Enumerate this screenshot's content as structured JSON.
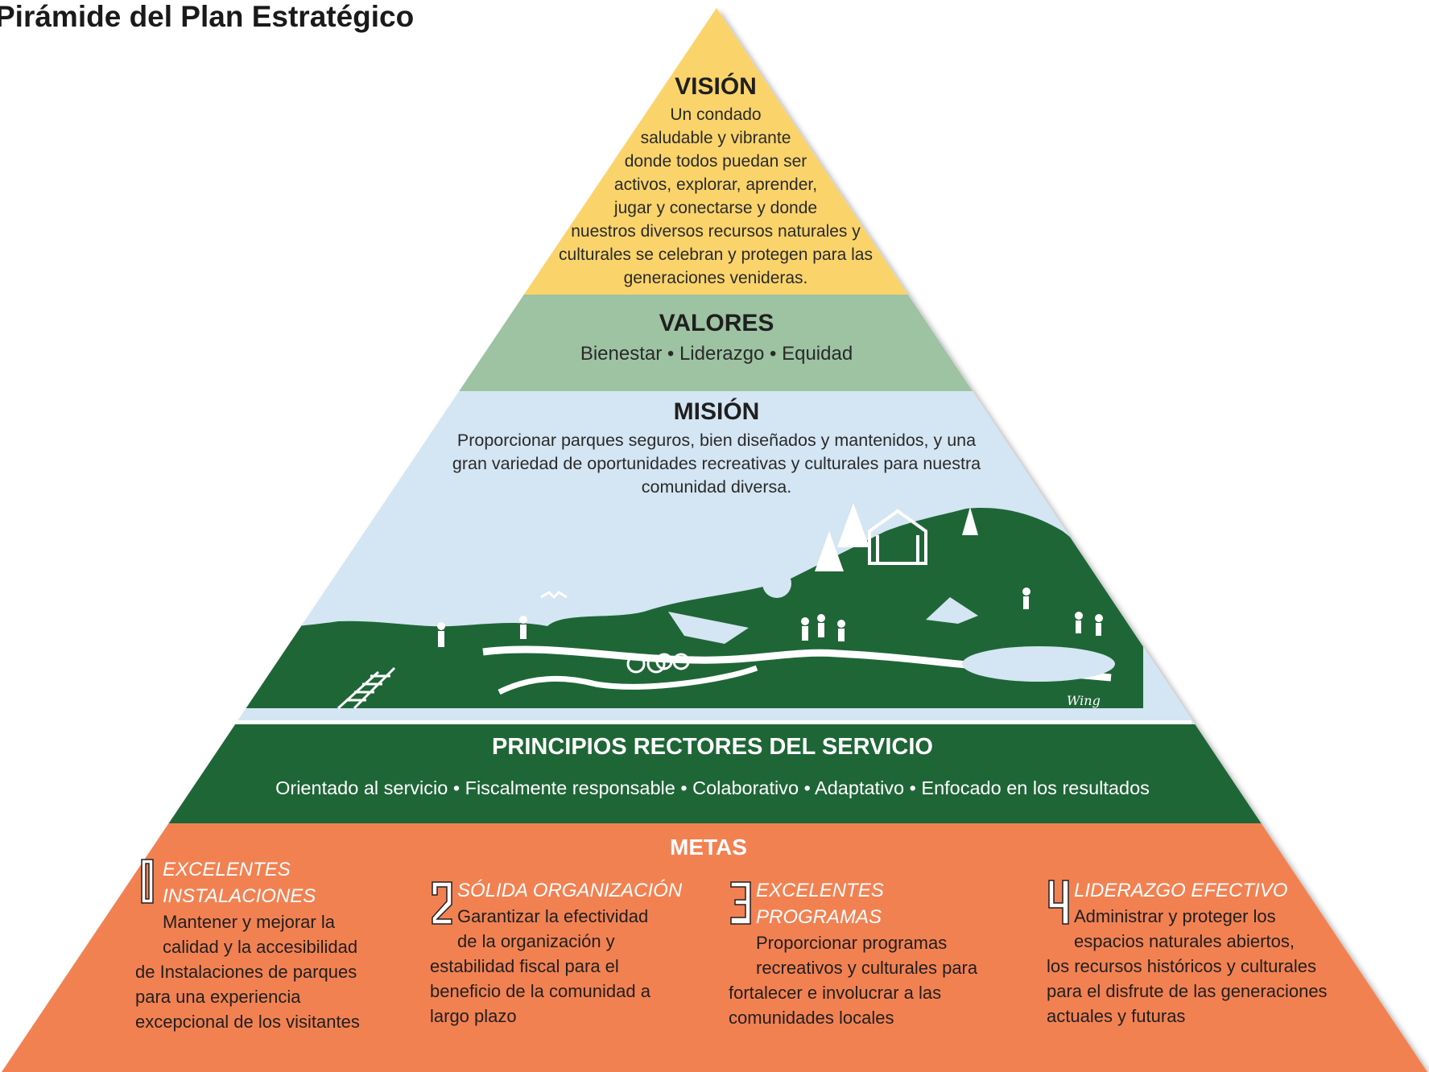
{
  "title": "Pirámide del Plan Estratégico",
  "colors": {
    "vision": "#fad46b",
    "values": "#9dc3a2",
    "mission": "#d4e5f3",
    "principles": "#1f6637",
    "goals": "#f28152",
    "landscape": "#1f6637"
  },
  "vision": {
    "heading": "VISIÓN",
    "lines": [
      "Un condado",
      "saludable y vibrante",
      "donde todos puedan ser",
      "activos, explorar, aprender,",
      "jugar y conectarse y donde",
      "nuestros diversos recursos naturales y",
      "culturales se celebran y protegen para las",
      "generaciones venideras."
    ]
  },
  "values": {
    "heading": "VALORES",
    "text": "Bienestar • Liderazgo • Equidad"
  },
  "mission": {
    "heading": "MISIÓN",
    "lines": [
      "Proporcionar parques seguros, bien diseñados y mantenidos, y una",
      "gran variedad de oportunidades recreativas y culturales para nuestra",
      "comunidad diversa."
    ],
    "signature": "Wing"
  },
  "principles": {
    "heading": "PRINCIPIOS RECTORES DEL SERVICIO",
    "text": "Orientado al servicio • Fiscalmente responsable • Colaborativo • Adaptativo • Enfocado en los resultados"
  },
  "goals": {
    "heading": "METAS",
    "items": [
      {
        "number": "1",
        "title_lines": [
          "EXCELENTES",
          "INSTALACIONES"
        ],
        "indented_lines": [
          "Mantener y mejorar la",
          "calidad y la accesibilidad"
        ],
        "lines": [
          "de Instalaciones de parques",
          "para una experiencia",
          "excepcional de los visitantes"
        ]
      },
      {
        "number": "2",
        "title_lines": [
          "SÓLIDA ORGANIZACIÓN"
        ],
        "indented_lines": [
          "Garantizar la efectividad",
          "de la organización y"
        ],
        "lines": [
          "estabilidad fiscal para el",
          "beneficio de la comunidad a",
          "largo plazo"
        ]
      },
      {
        "number": "3",
        "title_lines": [
          "EXCELENTES PROGRAMAS"
        ],
        "indented_lines": [
          "Proporcionar programas",
          "recreativos y culturales para"
        ],
        "lines": [
          "fortalecer e involucrar a las",
          "comunidades locales"
        ]
      },
      {
        "number": "4",
        "title_lines": [
          "LIDERAZGO EFECTIVO"
        ],
        "indented_lines": [
          "Administrar y proteger los",
          "espacios naturales abiertos,"
        ],
        "lines": [
          "los recursos históricos y culturales",
          "para el disfrute de las generaciones",
          "actuales y futuras"
        ]
      }
    ]
  }
}
